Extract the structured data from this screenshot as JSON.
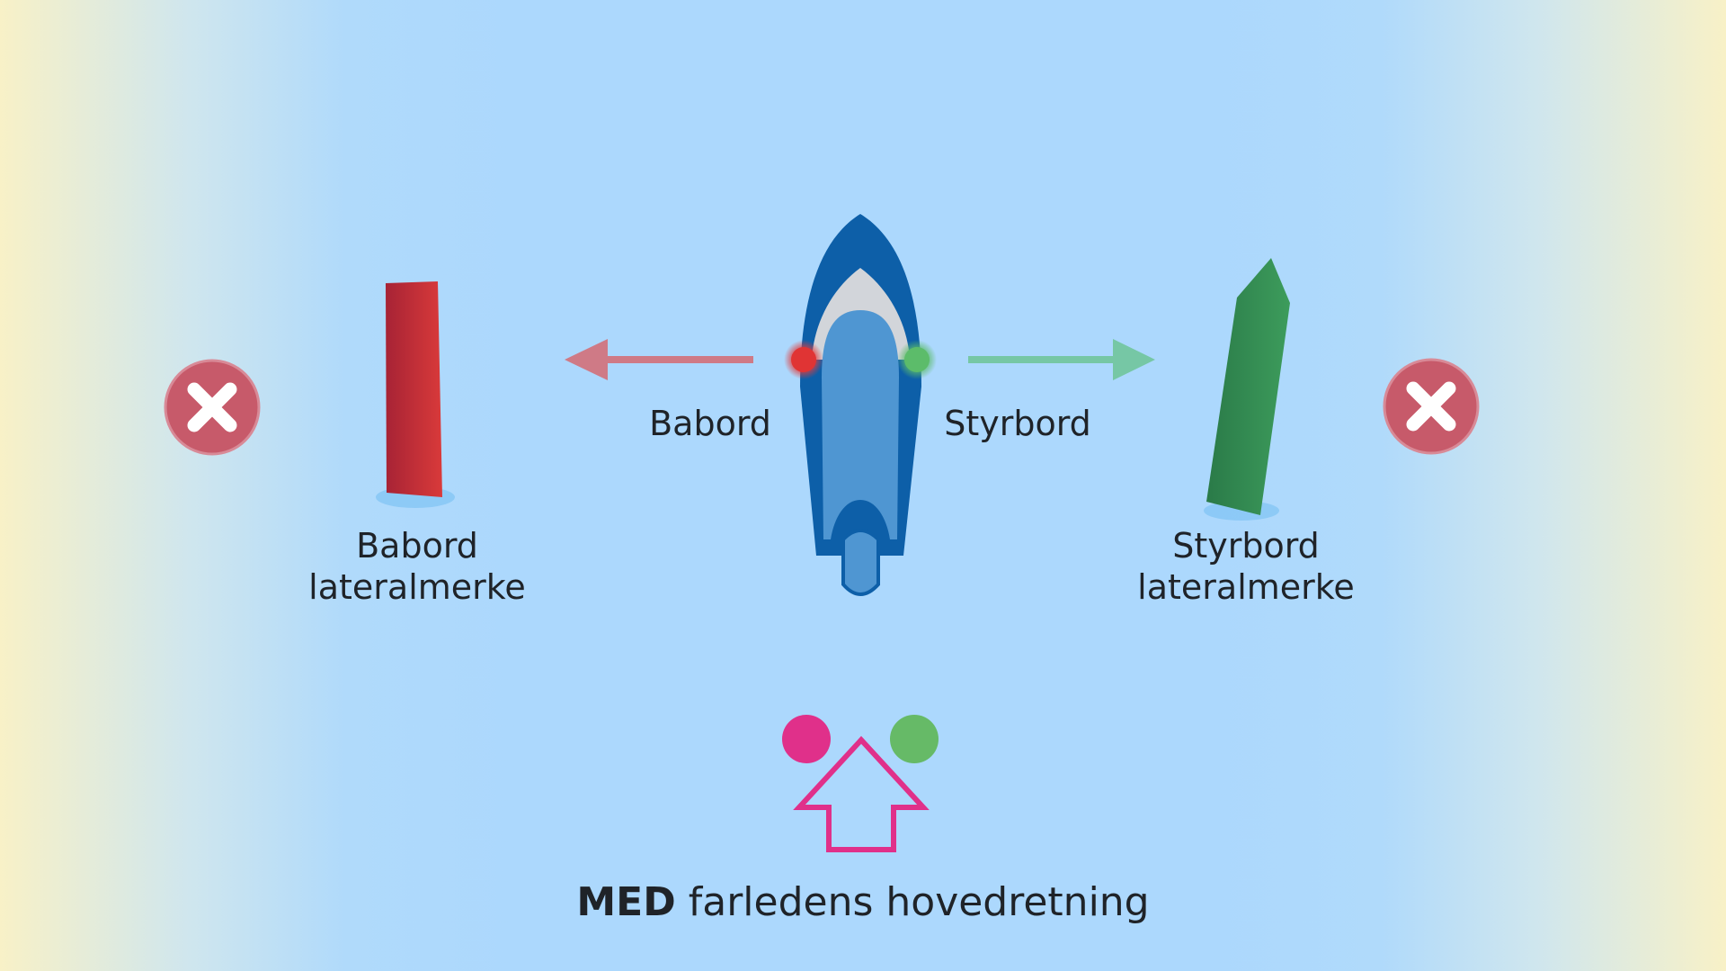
{
  "labels": {
    "babord": "Babord",
    "styrbord": "Styrbord",
    "babord_mark_line1": "Babord",
    "babord_mark_line2": "lateralmerke",
    "styrbord_mark_line1": "Styrbord",
    "styrbord_mark_line2": "lateralmerke"
  },
  "caption": {
    "bold": "MED",
    "rest": " farledens hovedretning"
  },
  "icons": {
    "left_marker": "x-circle-icon",
    "right_marker": "x-circle-icon",
    "direction": "arrow-up-outline-icon"
  },
  "colors": {
    "port_red": "#d6373a",
    "starboard_green": "#3b9a5a",
    "hull_blue": "#0d5fa8",
    "deck_blue": "#4f96d2",
    "x_circle": "#c75a6a",
    "magenta": "#e0308a",
    "dot_green": "#66ba67"
  }
}
